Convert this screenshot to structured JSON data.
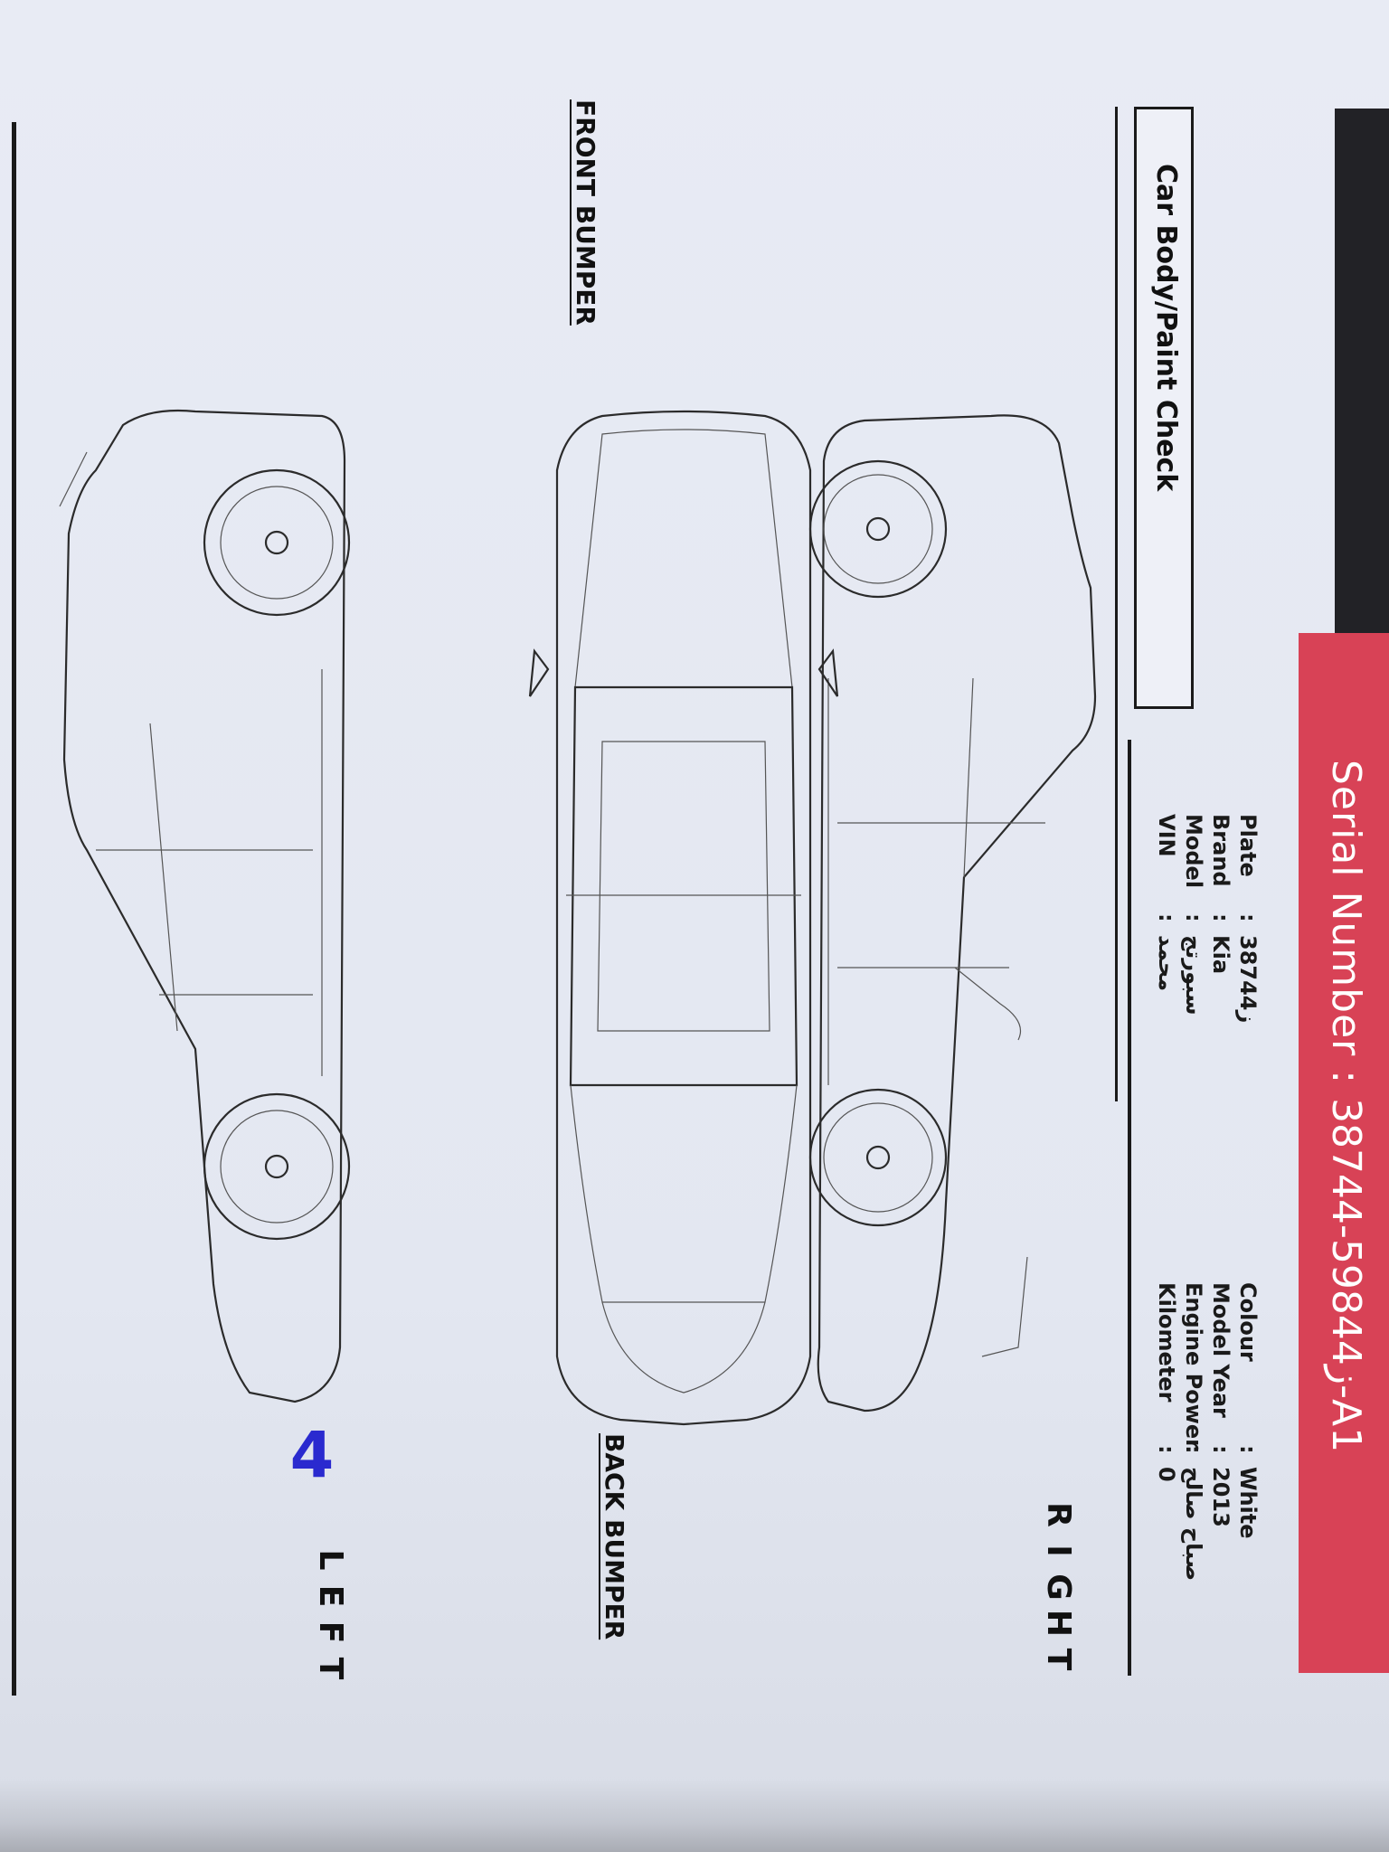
{
  "document": {
    "serial_label": "Serial Number :",
    "serial_value": "ز59844-38744-A1",
    "section_title": "Car Body/Paint Check",
    "vehicle_info": {
      "left_column": [
        {
          "label": "Plate",
          "value": "ز38744"
        },
        {
          "label": "Brand",
          "value": "Kia"
        },
        {
          "label": "Model",
          "value": "سبورتج"
        },
        {
          "label": "VIN",
          "value": "محمد"
        }
      ],
      "right_column": [
        {
          "label": "Colour",
          "value": "White"
        },
        {
          "label": "Model Year",
          "value": "2013"
        },
        {
          "label": "Engine Power",
          "value": "صباح صالح"
        },
        {
          "label": "Kilometer",
          "value": "0"
        }
      ]
    },
    "labels": {
      "front_bumper": "FRONT BUMPER",
      "back_bumper": "BACK BUMPER",
      "right_letters": [
        "R",
        "I",
        "G",
        "H",
        "T"
      ],
      "left_letters": [
        "L",
        "E",
        "F",
        "T"
      ]
    },
    "handwritten_mark": "4",
    "colors": {
      "red_band": "#d84256",
      "ink_blue": "#2a2acf",
      "paper": "#e6e9f2"
    },
    "diagram_icons": [
      "car-right-side-view",
      "car-top-view",
      "car-left-side-view"
    ]
  }
}
